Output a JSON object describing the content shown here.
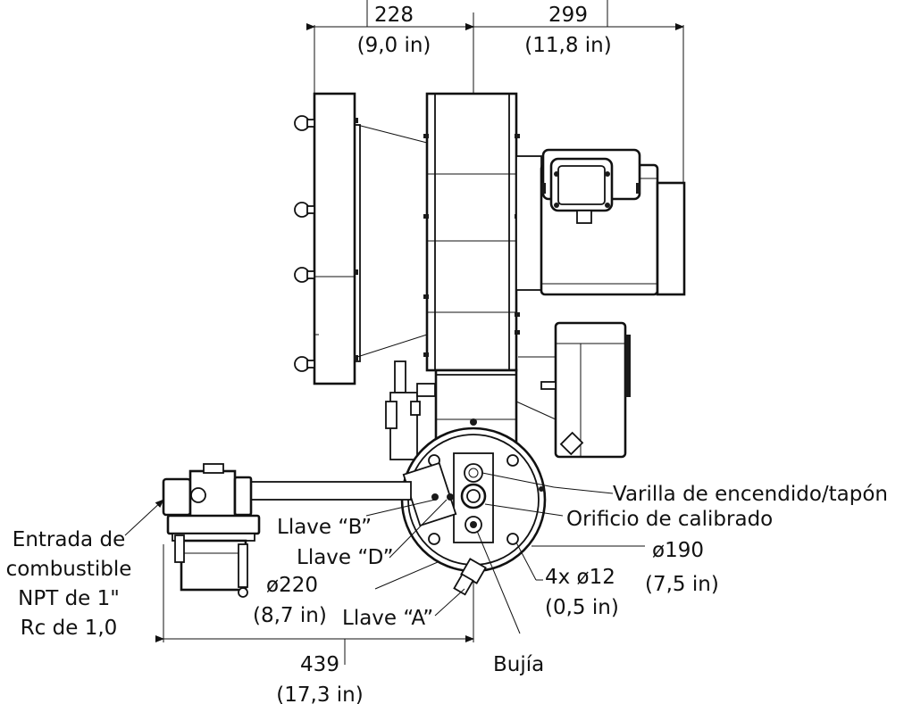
{
  "labels": {
    "dim_top_left": "228",
    "dim_top_left_in": "(9,0 in)",
    "dim_top_right": "299",
    "dim_top_right_in": "(11,8 in)",
    "varilla": "Varilla de encendido/tapón",
    "orificio": "Orificio de calibrado",
    "llave_b": "Llave “B”",
    "llave_d": "Llave “D”",
    "llave_a": "Llave “A”",
    "d190": "ø190",
    "d190_in": "(7,5 in)",
    "bolts": "4x ø12",
    "bolts_in": "(0,5 in)",
    "d220": "ø220",
    "d220_in": "(8,7 in)",
    "bujia": "Bujía",
    "dim_bottom": "439",
    "dim_bottom_in": "(17,3 in)",
    "entrada_1": "Entrada de",
    "entrada_2": "combustible",
    "entrada_3": "NPT de 1\"",
    "entrada_4": "Rc de 1,0"
  }
}
